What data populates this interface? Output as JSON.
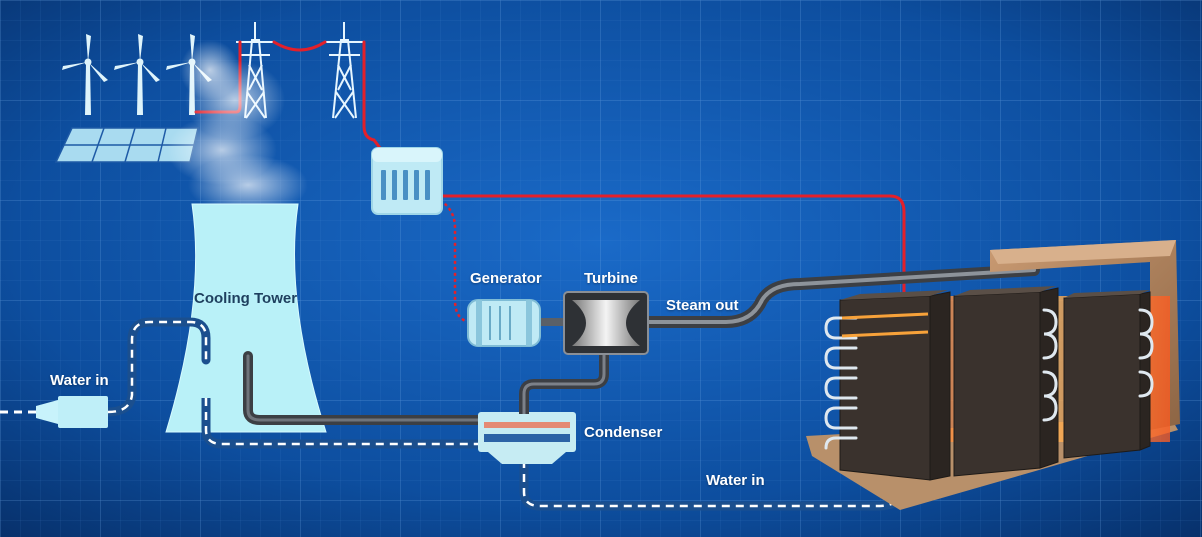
{
  "labels": {
    "cooling_tower": "Cooling Tower",
    "water_in_left": "Water in",
    "generator": "Generator",
    "turbine": "Turbine",
    "steam_out": "Steam out",
    "condenser": "Condenser",
    "water_in_bottom": "Water in"
  },
  "colors": {
    "background": "#0b4a9a",
    "grid": "#3f7fd0",
    "equipment": "#bff0f6",
    "power_line": "#e3202a",
    "steam_pipe": "#7a7f86",
    "water_line": "#ffffff",
    "water_pipe": "#1b4f8e",
    "heat_glow": "#ff8a2a"
  }
}
